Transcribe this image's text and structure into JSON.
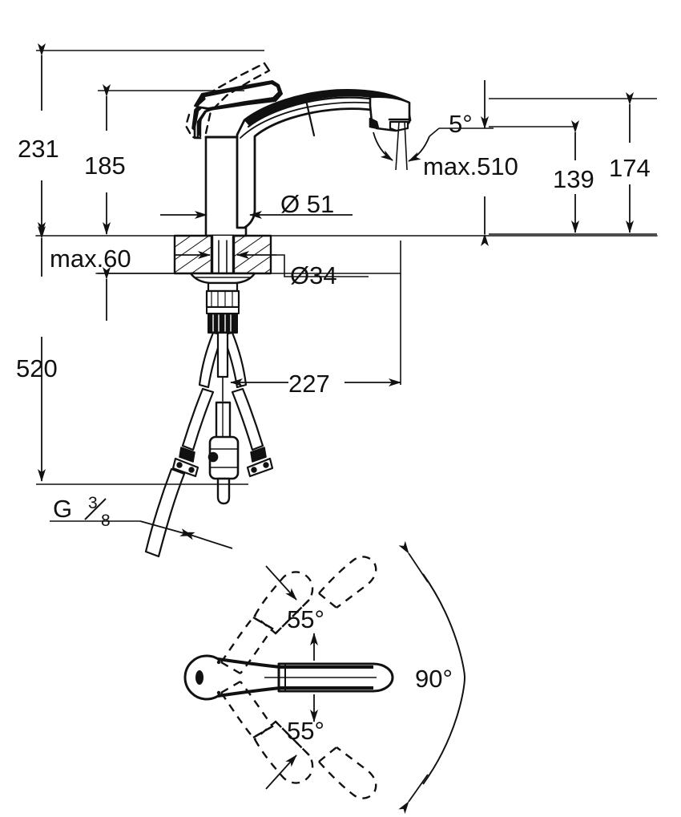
{
  "drawing": {
    "title": "Kitchen mixer tap technical dimension drawing",
    "units": "mm",
    "line_color": "#111111",
    "background": "#ffffff"
  },
  "views": {
    "elevation": {
      "name": "side-elevation-view"
    },
    "plan": {
      "name": "top-swivel-plan-view"
    }
  },
  "dimensions": {
    "height_total": "231",
    "height_lever": "185",
    "deck_thickness": "max.60",
    "below_deck_total": "520",
    "spout_outer_diameter": "Ø 51",
    "hole_diameter": "Ø34",
    "hose_offset": "227",
    "hose_thread": "G",
    "hose_thread_num": "3",
    "hose_thread_den": "8",
    "spout_tilt": "5°",
    "hose_max_length": "max.510",
    "spout_height_inner": "139",
    "spout_height_outer": "174"
  },
  "angles": {
    "swivel_upper": "55°",
    "swivel_lower": "55°",
    "swivel_total": "90°"
  },
  "chart_data": {
    "type": "table",
    "title": "Kitchen mixer tap dimensions",
    "categories": [
      "231",
      "185",
      "max.60",
      "520",
      "Ø 51",
      "Ø34",
      "227",
      "G 3/8",
      "5°",
      "max.510",
      "139",
      "174",
      "55°",
      "55°",
      "90°"
    ],
    "values": [
      231,
      185,
      60,
      520,
      51,
      34,
      227,
      0,
      5,
      510,
      139,
      174,
      55,
      55,
      90
    ]
  }
}
